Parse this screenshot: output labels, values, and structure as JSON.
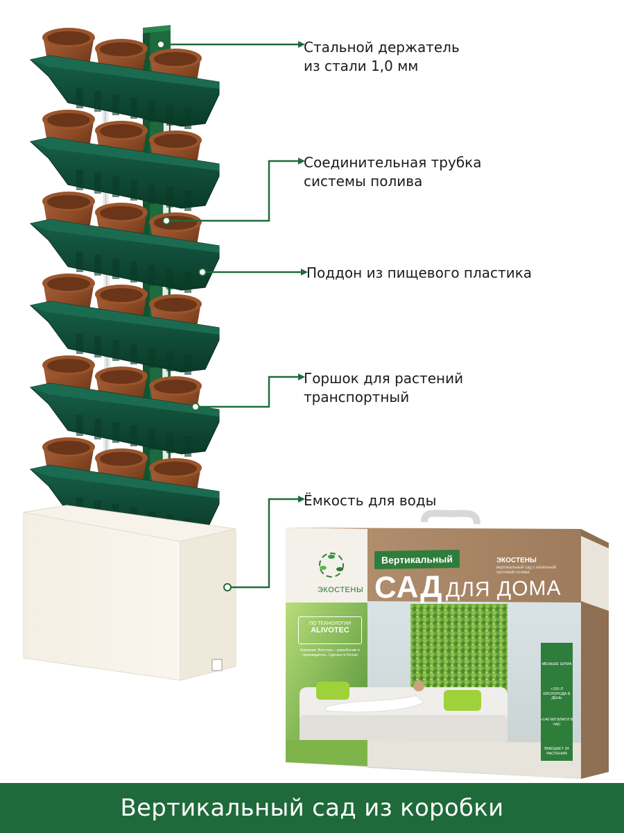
{
  "callouts": [
    {
      "lines": [
        "Стальной держатель",
        "из стали 1,0 мм"
      ]
    },
    {
      "lines": [
        "Соединительная трубка",
        "системы полива"
      ]
    },
    {
      "lines": [
        "Поддон из пищевого пластика"
      ]
    },
    {
      "lines": [
        "Горшок для растений",
        "транспортный"
      ]
    },
    {
      "lines": [
        "Ёмкость для воды"
      ]
    }
  ],
  "footer": {
    "text": "Вертикальный сад из коробки"
  },
  "box": {
    "badge": "Вертикальный",
    "title_big": "САД",
    "title_small": "ДЛЯ ДОМА",
    "brand": "ЭКОСТЕНЫ",
    "brand_sub": "вертикальный сад с капельной системой полива",
    "logo_text": "ЭКОСТЕНЫ",
    "tech_line1": "ПО ТЕХНОЛОГИИ",
    "tech_line2": "ALIVOTEC",
    "company": "Компания Экостены – разработчик и производитель. Сделано в России",
    "features": [
      "МЕНЬШЕ ШУМА",
      "+150 Л КИСЛОРОДА В ДЕНЬ",
      "+140 МЛ ВЛАГИ В ЧАС",
      "ВМЕЩАЕТ 24 РАСТЕНИЯ"
    ]
  },
  "colors": {
    "tray": "#0e4a34",
    "pot": "#8b4a25",
    "holder": "#1d6a3e",
    "leader": "#1e6b3a",
    "footer": "#1f6a3a",
    "cardboard": "#a9876a"
  }
}
